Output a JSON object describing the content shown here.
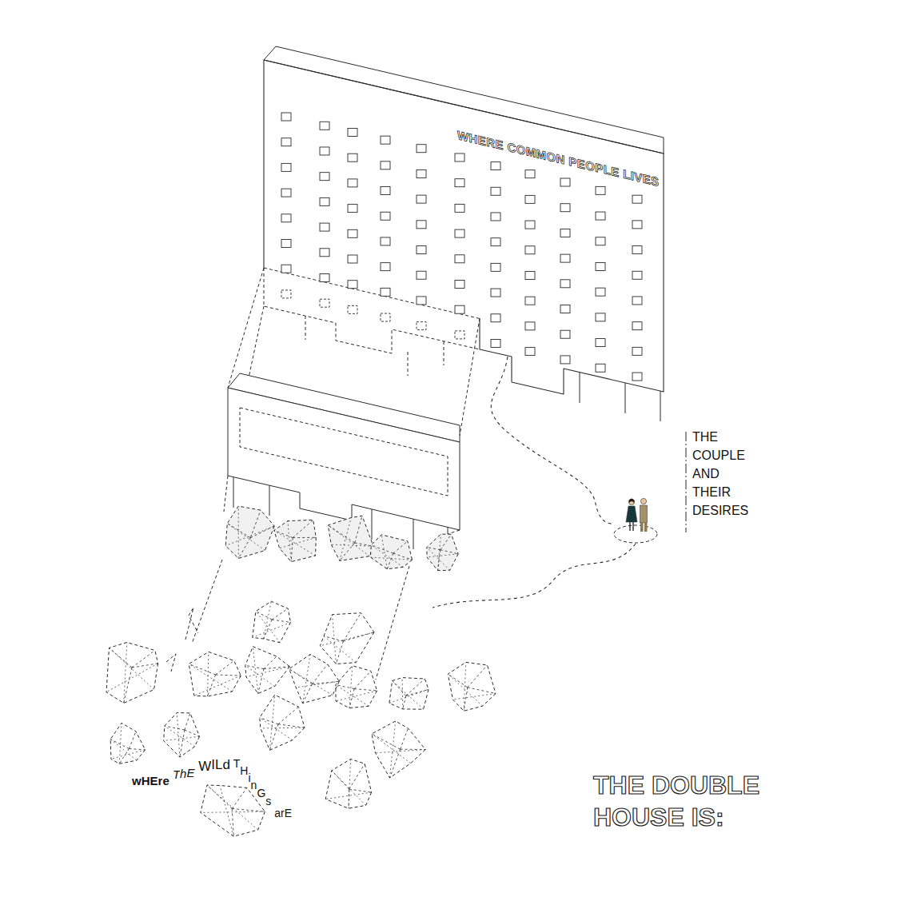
{
  "diagram": {
    "title": "THE DOUBLE HOUSE IS:",
    "nodes": [
      {
        "text": [
          "WHERE COMMON PEOPLE LIVES"
        ]
      },
      {
        "text": [
          "THE COUPLE AND THEIR DESIRES"
        ]
      },
      {
        "text": [
          "wHEre ThE WILd THinGs arE"
        ]
      }
    ],
    "edges": [
      {
        "from": 0,
        "to": 1,
        "arrow": "none"
      },
      {
        "from": 1,
        "to": 2,
        "arrow": "none"
      }
    ]
  }
}
